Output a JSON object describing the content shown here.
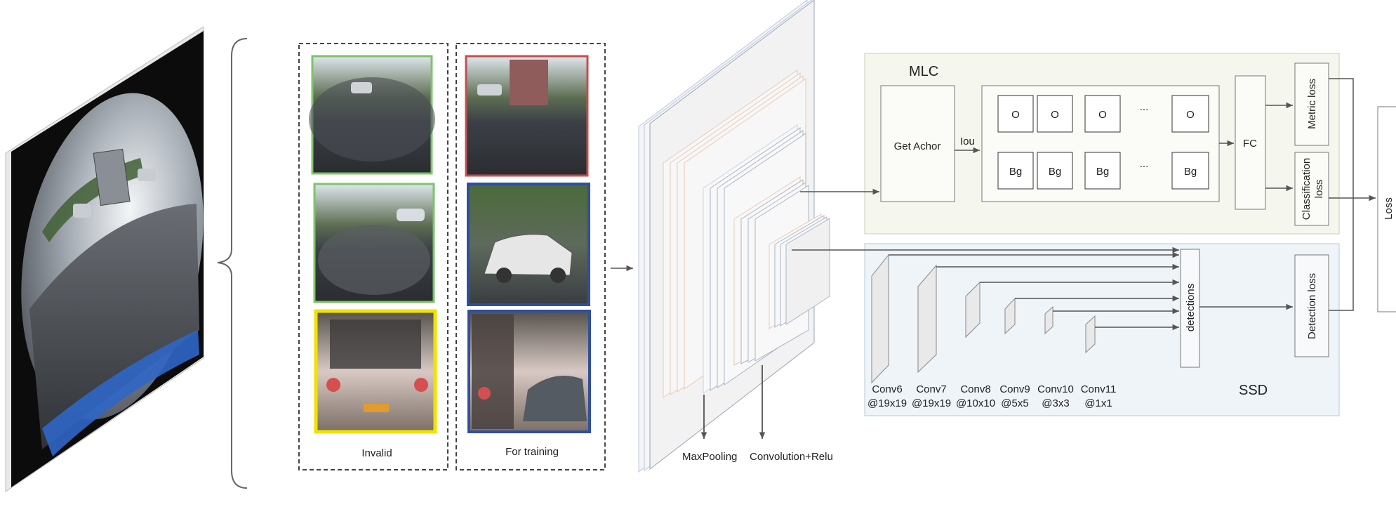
{
  "crops": {
    "invalid_label": "Invalid",
    "training_label": "For training"
  },
  "backbone": {
    "maxpool_label": "MaxPooling",
    "conv_label": "Convolution+Relu"
  },
  "mlc": {
    "title": "MLC",
    "get_anchor": "Get Achor",
    "iou_label": "Iou",
    "obj_cells": [
      "O",
      "O",
      "O",
      "...",
      "O"
    ],
    "bg_cells": [
      "Bg",
      "Bg",
      "Bg",
      "...",
      "Bg"
    ],
    "fc": "FC",
    "metric_loss": "Metric loss",
    "classification_loss_line1": "Classification",
    "classification_loss_line2": "loss"
  },
  "ssd": {
    "title": "SSD",
    "detections": "detections",
    "detection_loss": "Detection loss",
    "layers": [
      {
        "name": "Conv6",
        "size": "@19x19"
      },
      {
        "name": "Conv7",
        "size": "@19x19"
      },
      {
        "name": "Conv8",
        "size": "@10x10"
      },
      {
        "name": "Conv9",
        "size": "@5x5"
      },
      {
        "name": "Conv10",
        "size": "@3x3"
      },
      {
        "name": "Conv11",
        "size": "@1x1"
      }
    ]
  },
  "output": {
    "loss": "Loss"
  },
  "colors": {
    "mlc_fill": "#f5f6ee",
    "ssd_fill": "#eef4f8",
    "green_border": "#7cc46c",
    "red_border": "#c0504d",
    "yellow_border": "#f2e200",
    "blue_border": "#2f4f9f",
    "arrow": "#555555"
  }
}
